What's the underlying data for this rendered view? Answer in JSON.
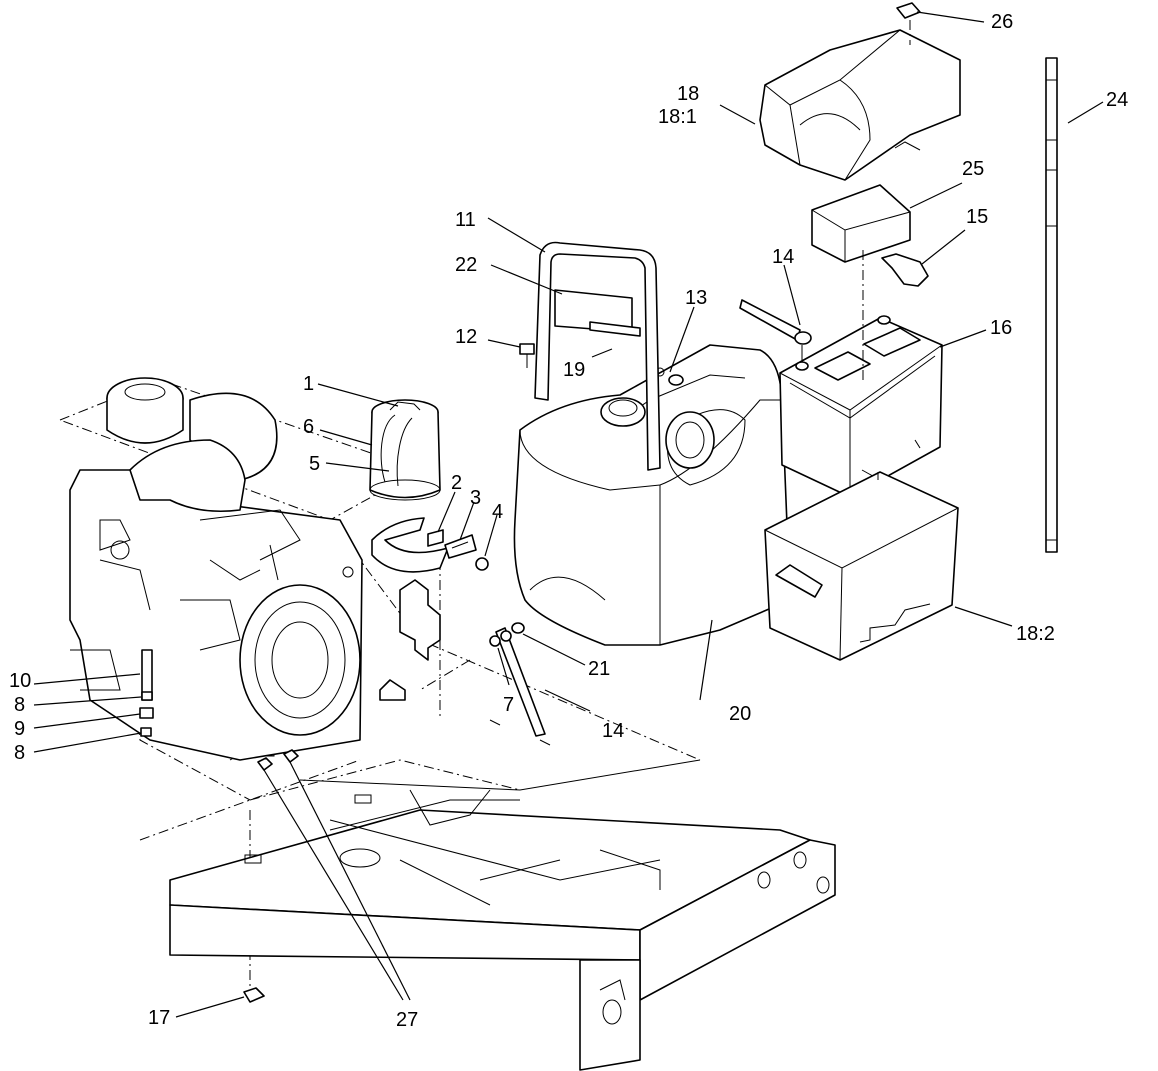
{
  "callouts": {
    "c1": "1",
    "c2": "2",
    "c3": "3",
    "c4": "4",
    "c5": "5",
    "c6": "6",
    "c7": "7",
    "c8a": "8",
    "c8b": "8",
    "c9": "9",
    "c10": "10",
    "c11": "11",
    "c12": "12",
    "c13": "13",
    "c14a": "14",
    "c14b": "14",
    "c15": "15",
    "c16": "16",
    "c17": "17",
    "c18": "18",
    "c18_1": "18:1",
    "c18_2": "18:2",
    "c19": "19",
    "c20": "20",
    "c21": "21",
    "c22": "22",
    "c24": "24",
    "c25": "25",
    "c26": "26",
    "c27": "27"
  }
}
